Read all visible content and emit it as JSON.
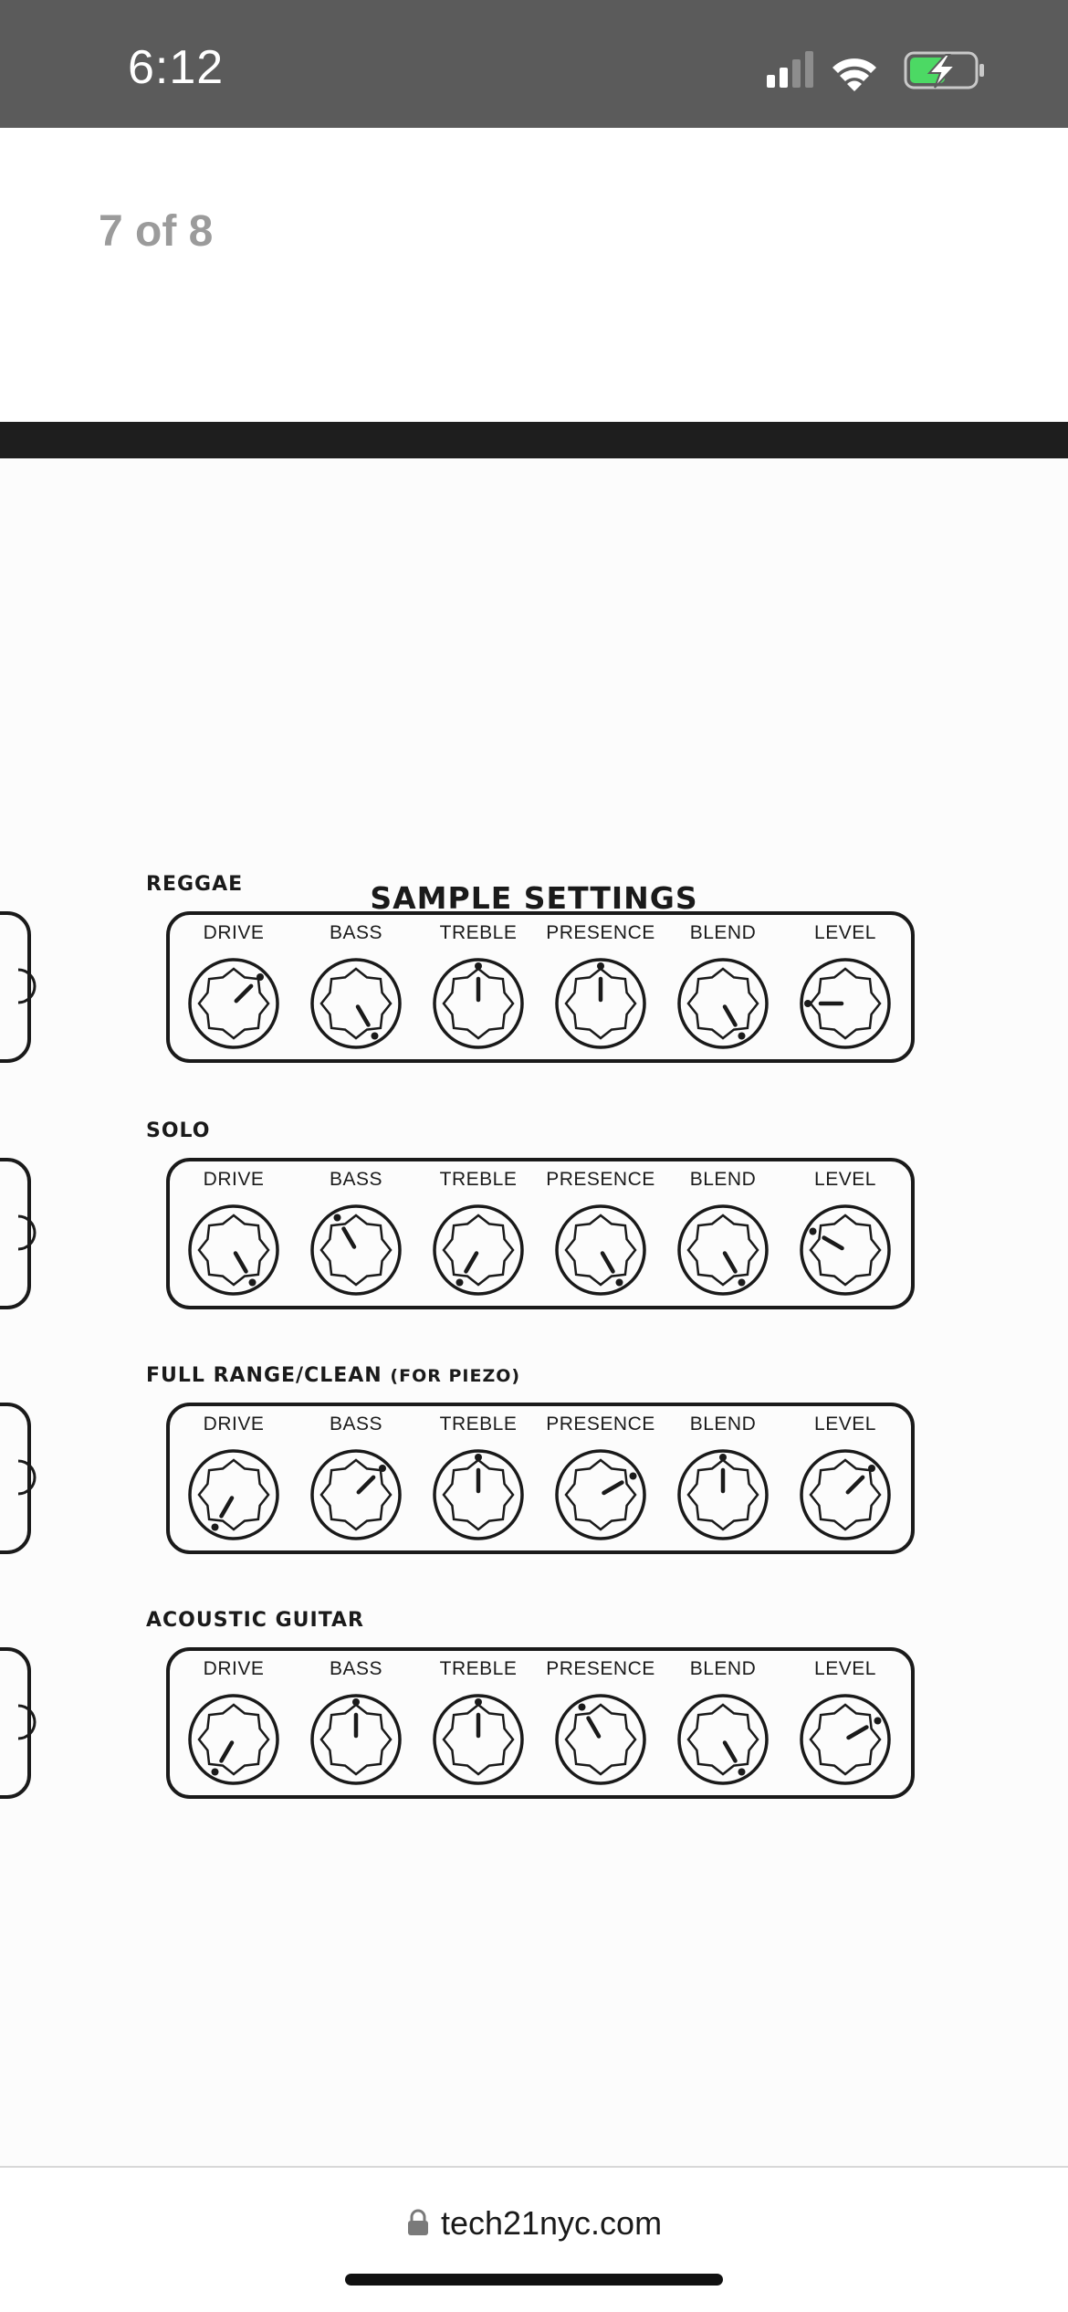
{
  "status_bar": {
    "time": "6:12",
    "signal_bars": 2,
    "battery": "charging"
  },
  "viewer": {
    "page_indicator": "7 of 8"
  },
  "document": {
    "title": "SAMPLE SETTINGS",
    "knob_labels": [
      "DRIVE",
      "BASS",
      "TREBLE",
      "PRESENCE",
      "BLEND",
      "LEVEL"
    ],
    "sections": [
      {
        "name": "REGGAE",
        "sub": "",
        "angles": [
          45,
          150,
          0,
          0,
          150,
          270
        ]
      },
      {
        "name": "SOLO",
        "sub": "",
        "angles": [
          150,
          330,
          210,
          150,
          150,
          300
        ]
      },
      {
        "name": "FULL RANGE/CLEAN",
        "sub": "(FOR PIEZO)",
        "angles": [
          210,
          45,
          0,
          60,
          0,
          45
        ]
      },
      {
        "name": "ACOUSTIC GUITAR",
        "sub": "",
        "angles": [
          210,
          0,
          0,
          330,
          150,
          60
        ]
      }
    ]
  },
  "browser": {
    "url": "tech21nyc.com"
  }
}
